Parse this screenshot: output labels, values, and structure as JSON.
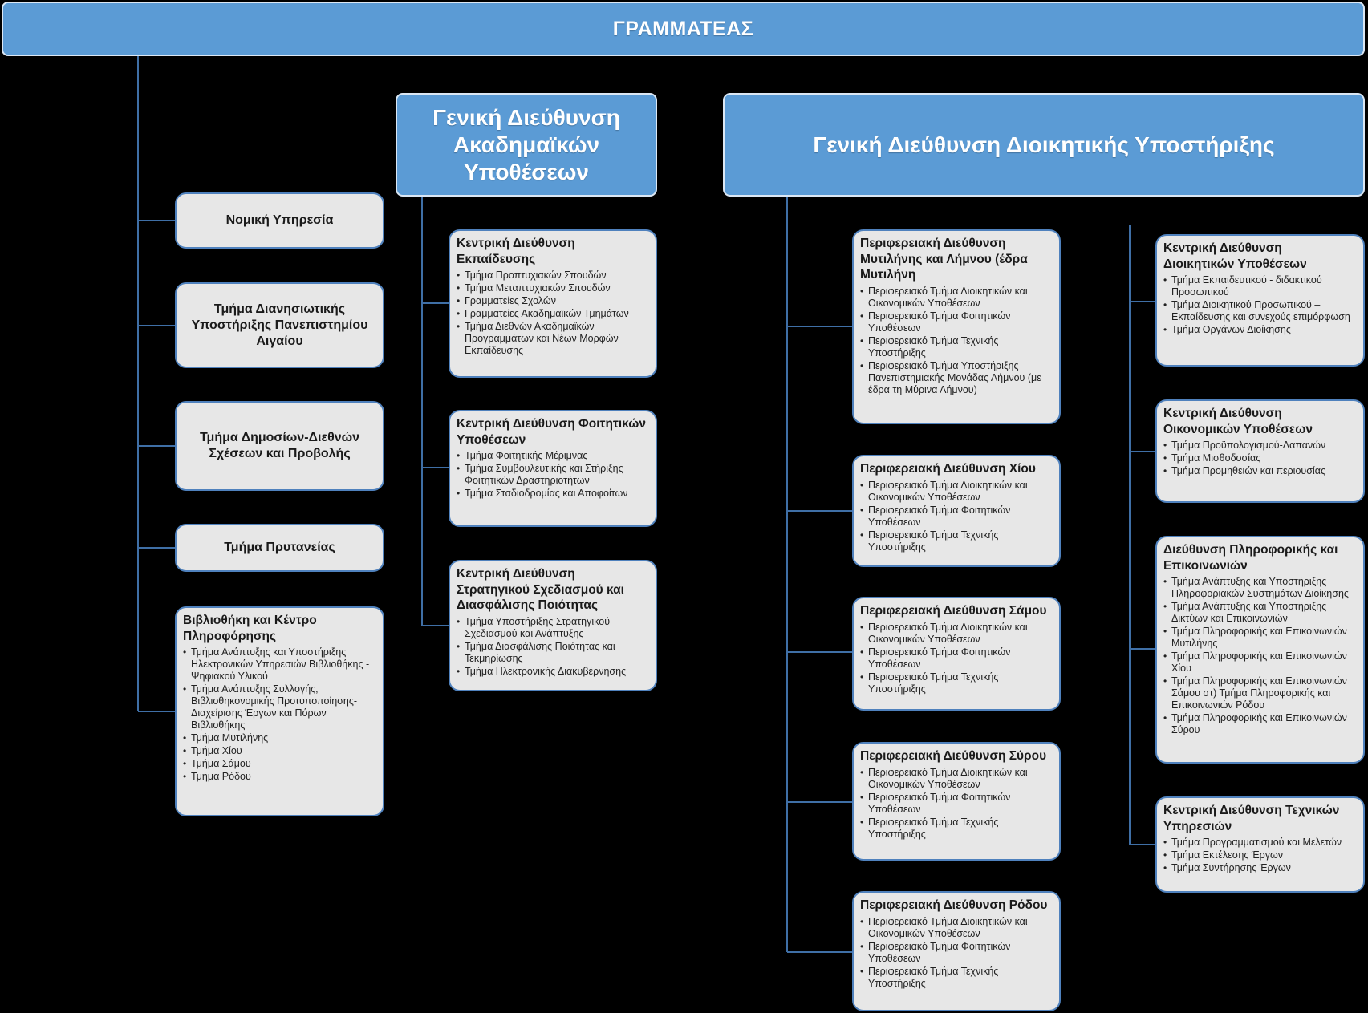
{
  "title": "ΓΡΑΜΜΑΤΕΑΣ",
  "left_units": [
    {
      "title": "Νομική Υπηρεσία"
    },
    {
      "title": "Τμήμα Διανησιωτικής Υποστήριξης Πανεπιστημίου Αιγαίου"
    },
    {
      "title": "Τμήμα Δημοσίων-Διεθνών Σχέσεων και Προβολής"
    },
    {
      "title": "Τμήμα Πρυτανείας"
    },
    {
      "title": "Βιβλιοθήκη και Κέντρο Πληροφόρησης",
      "items": [
        "Τμήμα Ανάπτυξης και Υποστήριξης Ηλεκτρονικών Υπηρεσιών Βιβλιοθήκης - Ψηφιακού Υλικού",
        "Τμήμα Ανάπτυξης Συλλογής, Βιβλιοθηκονομικής Προτυποποίησης-Διαχείρισης Έργων και Πόρων Βιβλιοθήκης",
        "Τμήμα Μυτιλήνης",
        "Τμήμα Χίου",
        "Τμήμα Σάμου",
        "Τμήμα Ρόδου"
      ]
    }
  ],
  "academic": {
    "title": "Γενική Διεύθυνση Ακαδημαϊκών Υποθέσεων",
    "units": [
      {
        "title": "Κεντρική Διεύθυνση Εκπαίδευσης",
        "items": [
          "Τμήμα Προπτυχιακών Σπουδών",
          "Τμήμα Μεταπτυχιακών Σπουδών",
          "Γραμματείες Σχολών",
          "Γραμματείες Ακαδημαϊκών Τμημάτων",
          "Τμήμα Διεθνών Ακαδημαϊκών Προγραμμάτων και Νέων Μορφών Εκπαίδευσης"
        ]
      },
      {
        "title": "Κεντρική Διεύθυνση Φοιτητικών Υποθέσεων",
        "items": [
          "Τμήμα Φοιτητικής Μέριμνας",
          "Τμήμα Συμβουλευτικής και Στήριξης Φοιτητικών Δραστηριοτήτων",
          "Τμήμα Σταδιοδρομίας και Αποφοίτων"
        ]
      },
      {
        "title": "Κεντρική Διεύθυνση Στρατηγικού Σχεδιασμού και Διασφάλισης Ποιότητας",
        "items": [
          "Τμήμα Υποστήριξης Στρατηγικού Σχεδιασμού και Ανάπτυξης",
          "Τμήμα Διασφάλισης Ποιότητας και Τεκμηρίωσης",
          "Τμήμα Ηλεκτρονικής Διακυβέρνησης"
        ]
      }
    ]
  },
  "administrative": {
    "title": "Γενική Διεύθυνση Διοικητικής Υποστήριξης",
    "regional": [
      {
        "title": "Περιφερειακή Διεύθυνση Μυτιλήνης και Λήμνου (έδρα Μυτιλήνη",
        "items": [
          "Περιφερειακό Τμήμα Διοικητικών και Οικονομικών Υποθέσεων",
          "Περιφερειακό Τμήμα Φοιτητικών Υποθέσεων",
          "Περιφερειακό Τμήμα Τεχνικής Υποστήριξης",
          "Περιφερειακό Τμήμα Υποστήριξης Πανεπιστημιακής Μονάδας Λήμνου (με έδρα τη Μύρινα Λήμνου)"
        ]
      },
      {
        "title": "Περιφερειακή Διεύθυνση Χίου",
        "items": [
          "Περιφερειακό Τμήμα Διοικητικών και Οικονομικών Υποθέσεων",
          "Περιφερειακό Τμήμα Φοιτητικών Υποθέσεων",
          "Περιφερειακό Τμήμα Τεχνικής Υποστήριξης"
        ]
      },
      {
        "title": "Περιφερειακή Διεύθυνση Σάμου",
        "items": [
          "Περιφερειακό Τμήμα Διοικητικών και Οικονομικών Υποθέσεων",
          "Περιφερειακό Τμήμα Φοιτητικών Υποθέσεων",
          "Περιφερειακό Τμήμα Τεχνικής Υποστήριξης"
        ]
      },
      {
        "title": "Περιφερειακή Διεύθυνση Σύρου",
        "items": [
          "Περιφερειακό Τμήμα Διοικητικών και Οικονομικών Υποθέσεων",
          "Περιφερειακό Τμήμα Φοιτητικών Υποθέσεων",
          "Περιφερειακό Τμήμα Τεχνικής Υποστήριξης"
        ]
      },
      {
        "title": "Περιφερειακή Διεύθυνση Ρόδου",
        "items": [
          "Περιφερειακό Τμήμα Διοικητικών και Οικονομικών Υποθέσεων",
          "Περιφερειακό Τμήμα Φοιτητικών Υποθέσεων",
          "Περιφερειακό Τμήμα Τεχνικής Υποστήριξης"
        ]
      }
    ],
    "central": [
      {
        "title": "Κεντρική Διεύθυνση Διοικητικών Υποθέσεων",
        "items": [
          "Τμήμα Εκπαιδευτικού - διδακτικού Προσωπικού",
          "Τμήμα Διοικητικού Προσωπικού – Εκπαίδευσης και συνεχούς επιμόρφωση",
          "Τμήμα Οργάνων Διοίκησης"
        ]
      },
      {
        "title": "Κεντρική Διεύθυνση Οικονομικών Υποθέσεων",
        "items": [
          "Τμήμα Προϋπολογισμού-Δαπανών",
          "Τμήμα Μισθοδοσίας",
          "Τμήμα Προμηθειών και περιουσίας"
        ]
      },
      {
        "title": "Διεύθυνση Πληροφορικής και Επικοινωνιών",
        "items": [
          "Τμήμα Ανάπτυξης και Υποστήριξης Πληροφοριακών Συστημάτων Διοίκησης",
          "Τμήμα Ανάπτυξης και Υποστήριξης Δικτύων και Επικοινωνιών",
          "Τμήμα Πληροφορικής και Επικοινωνιών Μυτιλήνης",
          "Τμήμα Πληροφορικής και Επικοινωνιών Χίου",
          "Τμήμα Πληροφορικής και Επικοινωνιών Σάμου στ) Τμήμα Πληροφορικής και Επικοινωνιών Ρόδου",
          "Τμήμα Πληροφορικής και Επικοινωνιών Σύρου"
        ]
      },
      {
        "title": "Κεντρική Διεύθυνση Τεχνικών Υπηρεσιών",
        "items": [
          "Τμήμα Προγραμματισμού και Μελετών",
          "Τμήμα Εκτέλεσης Έργων",
          "Τμήμα Συντήρησης Έργων"
        ]
      }
    ]
  },
  "colors": {
    "header": "#5b9bd5",
    "box_fill": "#e7e7e7",
    "box_border": "#4f81bd",
    "connector": "#3f6fa6",
    "background": "#000000"
  }
}
